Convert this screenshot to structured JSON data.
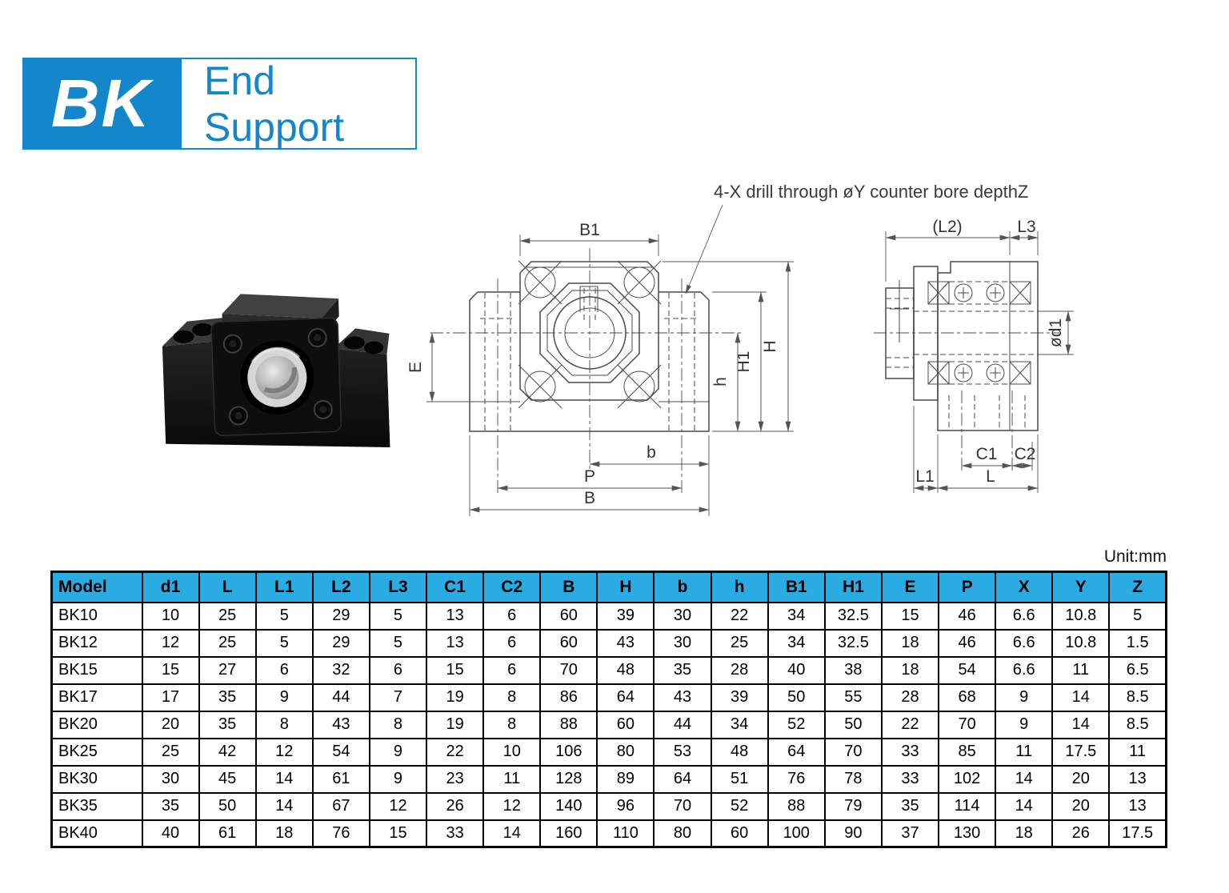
{
  "header": {
    "logo": "BK",
    "title": "End Support"
  },
  "drawing": {
    "note": "4-X drill through øY counter bore depthZ",
    "front_labels": {
      "B1": "B1",
      "E": "E",
      "H": "H",
      "H1": "H1",
      "h": "h",
      "b": "b",
      "P": "P",
      "B": "B"
    },
    "side_labels": {
      "L2": "(L2)",
      "L3": "L3",
      "d1": "ød1",
      "C1": "C1",
      "C2": "C2",
      "L1": "L1",
      "L": "L"
    }
  },
  "table": {
    "unit": "Unit:mm",
    "columns": [
      "Model",
      "d1",
      "L",
      "L1",
      "L2",
      "L3",
      "C1",
      "C2",
      "B",
      "H",
      "b",
      "h",
      "B1",
      "H1",
      "E",
      "P",
      "X",
      "Y",
      "Z"
    ],
    "rows": [
      [
        "BK10",
        "10",
        "25",
        "5",
        "29",
        "5",
        "13",
        "6",
        "60",
        "39",
        "30",
        "22",
        "34",
        "32.5",
        "15",
        "46",
        "6.6",
        "10.8",
        "5"
      ],
      [
        "BK12",
        "12",
        "25",
        "5",
        "29",
        "5",
        "13",
        "6",
        "60",
        "43",
        "30",
        "25",
        "34",
        "32.5",
        "18",
        "46",
        "6.6",
        "10.8",
        "1.5"
      ],
      [
        "BK15",
        "15",
        "27",
        "6",
        "32",
        "6",
        "15",
        "6",
        "70",
        "48",
        "35",
        "28",
        "40",
        "38",
        "18",
        "54",
        "6.6",
        "11",
        "6.5"
      ],
      [
        "BK17",
        "17",
        "35",
        "9",
        "44",
        "7",
        "19",
        "8",
        "86",
        "64",
        "43",
        "39",
        "50",
        "55",
        "28",
        "68",
        "9",
        "14",
        "8.5"
      ],
      [
        "BK20",
        "20",
        "35",
        "8",
        "43",
        "8",
        "19",
        "8",
        "88",
        "60",
        "44",
        "34",
        "52",
        "50",
        "22",
        "70",
        "9",
        "14",
        "8.5"
      ],
      [
        "BK25",
        "25",
        "42",
        "12",
        "54",
        "9",
        "22",
        "10",
        "106",
        "80",
        "53",
        "48",
        "64",
        "70",
        "33",
        "85",
        "11",
        "17.5",
        "11"
      ],
      [
        "BK30",
        "30",
        "45",
        "14",
        "61",
        "9",
        "23",
        "11",
        "128",
        "89",
        "64",
        "51",
        "76",
        "78",
        "33",
        "102",
        "14",
        "20",
        "13"
      ],
      [
        "BK35",
        "35",
        "50",
        "14",
        "67",
        "12",
        "26",
        "12",
        "140",
        "96",
        "70",
        "52",
        "88",
        "79",
        "35",
        "114",
        "14",
        "20",
        "13"
      ],
      [
        "BK40",
        "40",
        "61",
        "18",
        "76",
        "15",
        "33",
        "14",
        "160",
        "110",
        "80",
        "60",
        "100",
        "90",
        "37",
        "130",
        "18",
        "26",
        "17.5"
      ]
    ]
  },
  "colors": {
    "logo_blue": "#1486cb",
    "header_cyan": "#2aace2"
  }
}
